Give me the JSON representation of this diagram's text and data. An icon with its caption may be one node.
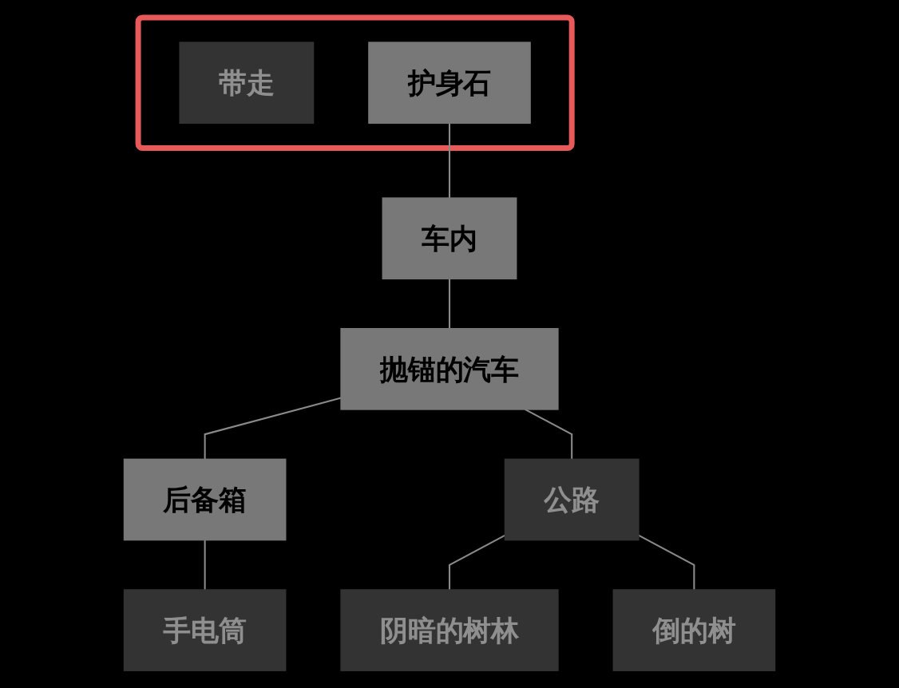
{
  "diagram": {
    "nodes": [
      {
        "text": [],
        "shape": "box"
      },
      {
        "text": [
          "带走"
        ],
        "in": 0
      },
      {
        "text": [
          "护身石"
        ],
        "in": 0
      },
      {
        "text": [
          "阴暗的树林"
        ]
      },
      {
        "text": [
          "车内"
        ]
      },
      {
        "text": [
          "抛锚的汽车"
        ]
      },
      {
        "text": [
          "后备箱"
        ]
      },
      {
        "text": [
          "公路"
        ]
      },
      {
        "text": [
          "手电筒"
        ]
      },
      {
        "text": [
          "倒的树"
        ]
      }
    ],
    "edges": [
      {
        "from": 2,
        "to": 4,
        "arrow": "none"
      },
      {
        "from": 4,
        "to": 5,
        "arrow": "none"
      },
      {
        "from": 5,
        "to": 6,
        "arrow": "none"
      },
      {
        "from": 6,
        "to": 8,
        "arrow": "none"
      },
      {
        "from": 5,
        "to": 7,
        "arrow": "none"
      },
      {
        "from": 7,
        "to": 3,
        "arrow": "none"
      },
      {
        "from": 7,
        "to": 9,
        "arrow": "none"
      }
    ]
  }
}
